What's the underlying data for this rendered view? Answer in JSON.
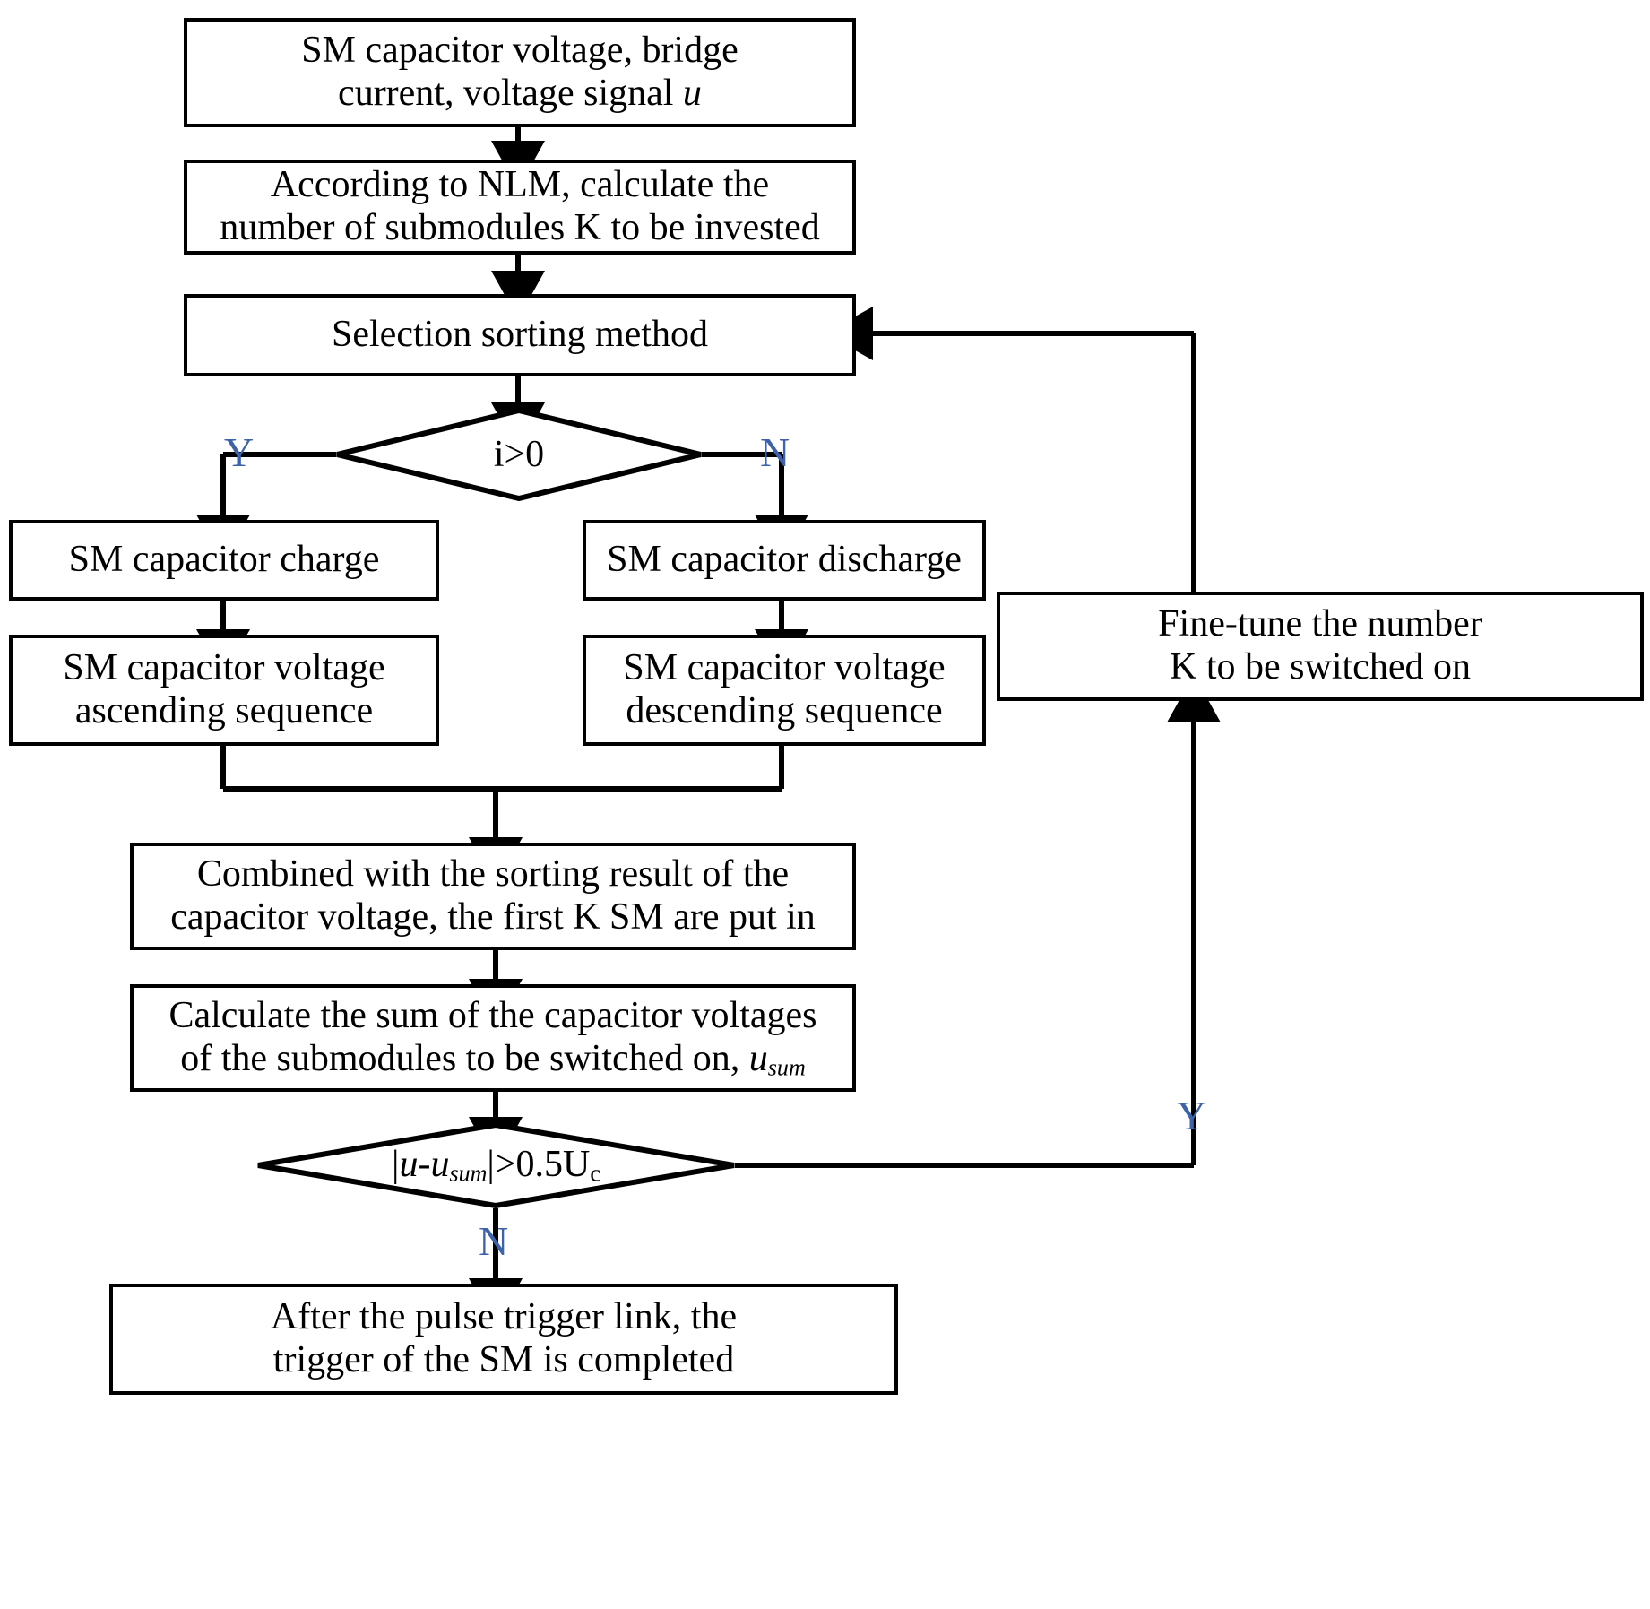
{
  "diagram": {
    "title": "SM capacitor voltage balancing control flowchart",
    "colors": {
      "line": "#000000",
      "box_fill": "#ffffff",
      "branch_label": "#3F63A8",
      "text": "#000000"
    },
    "nodes": {
      "start": {
        "type": "process",
        "line1": "SM capacitor voltage, bridge",
        "line2_pre": "current, voltage signal ",
        "line2_var": "u"
      },
      "nlm": {
        "type": "process",
        "line1": "According to NLM, calculate the",
        "line2": "number of submodules K to be invested"
      },
      "sorting": {
        "type": "process",
        "line1": "Selection sorting method"
      },
      "decision_current": {
        "type": "decision",
        "label": "i>0",
        "yes_label": "Y",
        "no_label": "N"
      },
      "charge": {
        "type": "process",
        "line1": "SM capacitor charge"
      },
      "discharge": {
        "type": "process",
        "line1": "SM capacitor discharge"
      },
      "ascending": {
        "type": "process",
        "line1": "SM capacitor voltage",
        "line2": "ascending sequence"
      },
      "descending": {
        "type": "process",
        "line1": "SM capacitor voltage",
        "line2": "descending sequence"
      },
      "finetune": {
        "type": "process",
        "line1": "Fine-tune the number",
        "line2": "K to be switched on"
      },
      "combine": {
        "type": "process",
        "line1": "Combined with the sorting result of the",
        "line2": "capacitor voltage, the first K SM are put in"
      },
      "sum": {
        "type": "process",
        "line1": "Calculate the sum of the capacitor voltages",
        "line2_pre": "of the submodules to be switched on, ",
        "line2_var": "u",
        "line2_sub": "sum"
      },
      "decision_error": {
        "type": "decision",
        "label_parts": {
          "bar_open": "|",
          "u": "u",
          "minus": "-",
          "u2": "u",
          "sub": "sum",
          "bar_close": "|",
          "rest": ">0.5U",
          "sub2": "c"
        },
        "label_plain": "|u-usum|>0.5Uc",
        "yes_label": "Y",
        "no_label": "N"
      },
      "end": {
        "type": "process",
        "line1": "After the pulse trigger link, the",
        "line2": "trigger of the SM is completed"
      }
    }
  }
}
